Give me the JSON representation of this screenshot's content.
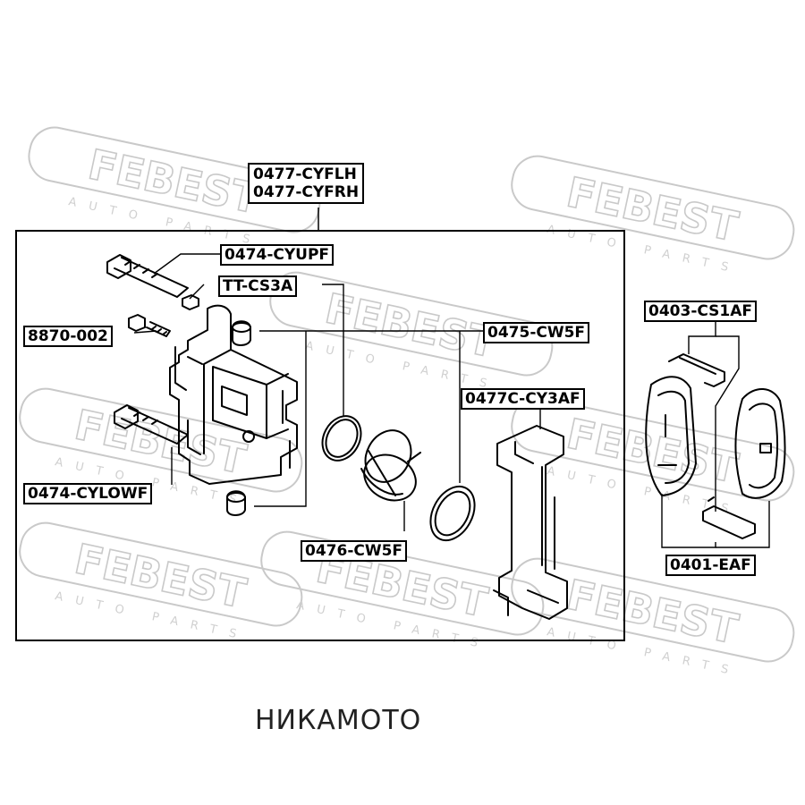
{
  "watermark": {
    "brand": "FEBEST",
    "sub": "AUTO PARTS"
  },
  "labels": {
    "caliper_lh": "0477-CYFLH",
    "caliper_rh": "0477-CYFRH",
    "upper_pin": "0474-CYUPF",
    "boot_small": "TT-CS3A",
    "bleeder": "8870-002",
    "seal_kit": "0475-CW5F",
    "bracket": "0477C-CY3AF",
    "lower_pin": "0474-CYLOWF",
    "piston": "0476-CW5F",
    "clip_kit": "0403-CS1AF",
    "pads": "0401-EAF"
  },
  "caption": "НИКАМОТО"
}
